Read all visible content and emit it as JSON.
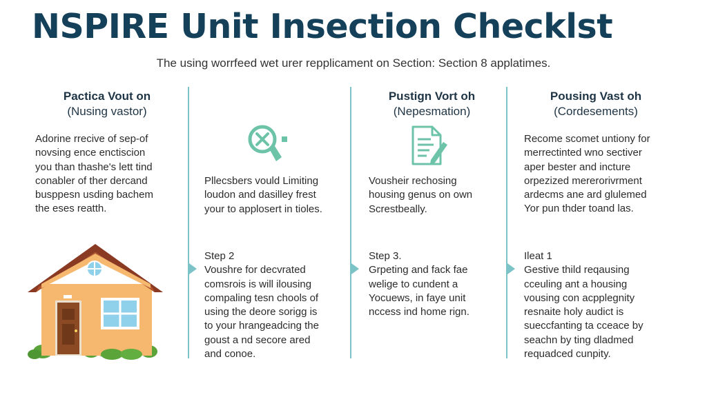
{
  "title": "NSPIRE Unit Insection Checklst",
  "subtitle": "The using worrfeed wet urer repplicament on Section: Section 8 applatimes.",
  "colors": {
    "title": "#15405a",
    "accent": "#7cc3c8",
    "icon_green": "#6cc3a8",
    "house_wall": "#f6b76e",
    "house_roof": "#8a3a22",
    "house_door": "#8b4a24",
    "window": "#8fd0ea"
  },
  "icons": {
    "house": "house-icon",
    "search_x": "search-x-icon",
    "document_pen": "document-pen-icon"
  },
  "col1": {
    "heading": "Pactica Vout on",
    "subheading": "(Nusing vastor)",
    "text": [
      "Adorine rrecive of sep-of",
      "novsing ence enctiscion",
      "you than thashe's lett tind",
      "conabler of ther dercand",
      "busppesn usding bachem",
      "the eses reatth."
    ]
  },
  "col2": {
    "text": [
      "Pllecsbers vould Limiting",
      "loudon and dasilley frest",
      "your to applosert in tioles."
    ],
    "step_label": "Step 2",
    "step_text": [
      "Voushre for decvrated",
      "comsrois is will ilousing",
      "compaling tesn chools of",
      "using the deore sorigg is",
      "to your hrangeadcing the",
      "goust a nd secore ared",
      "and conoe."
    ]
  },
  "col3": {
    "heading": "Pustign Vort oh",
    "subheading": "(Nepesmation)",
    "text": [
      "Vousheir rechosing",
      "housing genus on own",
      "Screstbeally."
    ],
    "step_label": "Step 3.",
    "step_text": [
      "Grpeting and fack fae",
      "welige to cundent a",
      "Yocuews, in faye unit",
      "nccess ind home rign."
    ]
  },
  "col4": {
    "heading": "Pousing Vast oh",
    "subheading": "(Cordesements)",
    "text": [
      "Recome scomet untiony for",
      "merrectinted wno sectiver",
      "aper bester and incture",
      "orpezized mererorivrment",
      "ardecms ane ard glulemed",
      "Yor pun thder toand las."
    ],
    "step_label": "Ileat 1",
    "step_text": [
      "Gestive thild reqausing",
      "cceuling ant a housing",
      "vousing con acpplegnity",
      "resnaite holy audict is",
      "sueccfanting ta cceace by",
      "seachn by ting dladmed",
      "requadced cunpity."
    ]
  }
}
